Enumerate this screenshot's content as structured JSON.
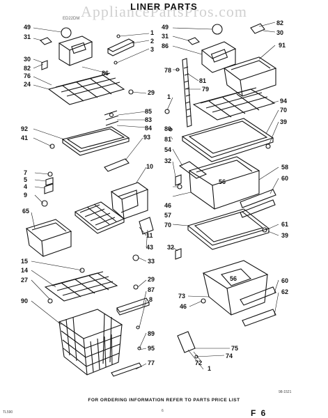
{
  "title": "LINER PARTS",
  "watermark": "AppliancePartsPros.com",
  "subtitle": "ED22DM",
  "footer": "FOR ORDERING INFORMATION REFER TO PARTS PRICE LIST",
  "footer_code": "TL590",
  "page_number": "6",
  "drawing_ref": "98-1521",
  "page_code": "F 6",
  "callouts": [
    {
      "id": "49",
      "side": "left"
    },
    {
      "id": "31",
      "side": "left"
    },
    {
      "id": "30",
      "side": "left"
    },
    {
      "id": "82",
      "side": "left"
    },
    {
      "id": "76",
      "side": "left"
    },
    {
      "id": "24",
      "side": "left"
    },
    {
      "id": "1",
      "side": "left"
    },
    {
      "id": "2",
      "side": "left"
    },
    {
      "id": "3",
      "side": "left"
    },
    {
      "id": "86",
      "side": "left"
    },
    {
      "id": "29",
      "side": "left"
    },
    {
      "id": "85",
      "side": "left"
    },
    {
      "id": "83",
      "side": "left"
    },
    {
      "id": "84",
      "side": "left"
    },
    {
      "id": "92",
      "side": "left"
    },
    {
      "id": "41",
      "side": "left"
    },
    {
      "id": "93",
      "side": "left"
    },
    {
      "id": "7",
      "side": "left"
    },
    {
      "id": "5",
      "side": "left"
    },
    {
      "id": "4",
      "side": "left"
    },
    {
      "id": "9",
      "side": "left"
    },
    {
      "id": "10",
      "side": "left"
    },
    {
      "id": "65",
      "side": "left"
    },
    {
      "id": "11",
      "side": "left"
    },
    {
      "id": "43",
      "side": "left"
    },
    {
      "id": "33",
      "side": "left"
    },
    {
      "id": "15",
      "side": "left"
    },
    {
      "id": "14",
      "side": "left"
    },
    {
      "id": "27",
      "side": "left"
    },
    {
      "id": "90",
      "side": "left"
    },
    {
      "id": "29",
      "side": "left"
    },
    {
      "id": "87",
      "side": "left"
    },
    {
      "id": "8",
      "side": "left"
    },
    {
      "id": "89",
      "side": "left"
    },
    {
      "id": "95",
      "side": "left"
    },
    {
      "id": "77",
      "side": "left"
    },
    {
      "id": "49",
      "side": "right"
    },
    {
      "id": "31",
      "side": "right"
    },
    {
      "id": "86",
      "side": "right"
    },
    {
      "id": "82",
      "side": "right"
    },
    {
      "id": "30",
      "side": "right"
    },
    {
      "id": "91",
      "side": "right"
    },
    {
      "id": "78",
      "side": "right"
    },
    {
      "id": "81",
      "side": "right"
    },
    {
      "id": "79",
      "side": "right"
    },
    {
      "id": "1",
      "side": "right"
    },
    {
      "id": "94",
      "side": "right"
    },
    {
      "id": "70",
      "side": "right"
    },
    {
      "id": "39",
      "side": "right"
    },
    {
      "id": "80",
      "side": "right"
    },
    {
      "id": "81",
      "side": "right"
    },
    {
      "id": "54",
      "side": "right"
    },
    {
      "id": "32",
      "side": "right"
    },
    {
      "id": "58",
      "side": "right"
    },
    {
      "id": "56",
      "side": "right"
    },
    {
      "id": "60",
      "side": "right"
    },
    {
      "id": "46",
      "side": "right"
    },
    {
      "id": "57",
      "side": "right"
    },
    {
      "id": "70",
      "side": "right"
    },
    {
      "id": "61",
      "side": "right"
    },
    {
      "id": "39",
      "side": "right"
    },
    {
      "id": "32",
      "side": "right"
    },
    {
      "id": "56",
      "side": "right"
    },
    {
      "id": "60",
      "side": "right"
    },
    {
      "id": "73",
      "side": "right"
    },
    {
      "id": "62",
      "side": "right"
    },
    {
      "id": "46",
      "side": "right"
    },
    {
      "id": "75",
      "side": "right"
    },
    {
      "id": "74",
      "side": "right"
    },
    {
      "id": "72",
      "side": "right"
    },
    {
      "id": "1",
      "side": "right"
    }
  ]
}
